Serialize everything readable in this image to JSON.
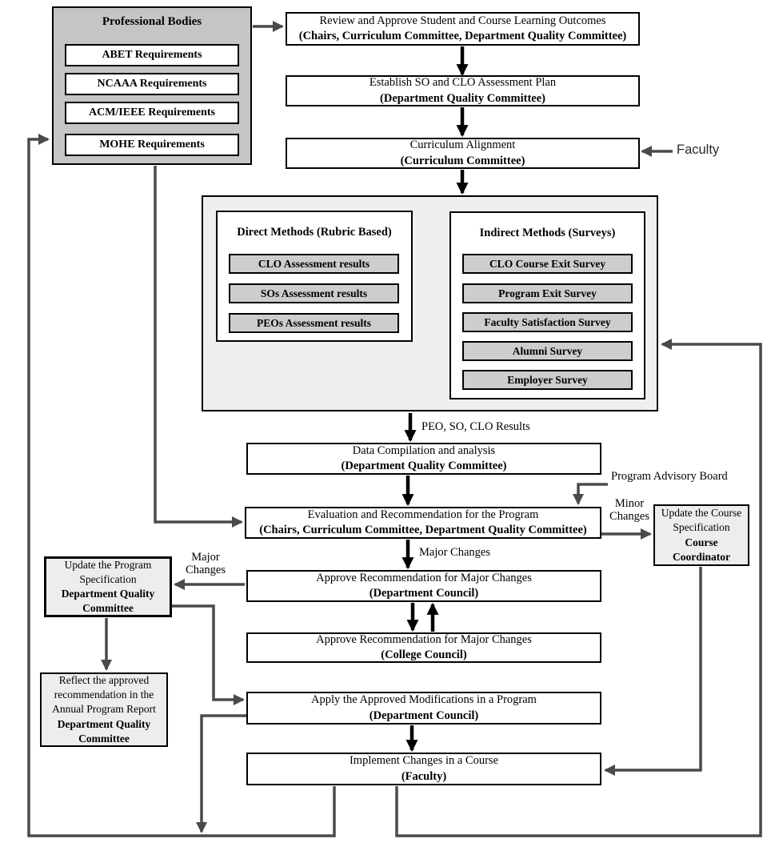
{
  "colors": {
    "box_border": "#000000",
    "flow_arrow": "#000000",
    "feedback_arrow": "#4a4a4a",
    "professional_bodies_fill": "#c5c5c5",
    "methods_container_fill": "#efefef",
    "method_item_fill": "#cdcdcd",
    "side_box_fill": "#ededed",
    "process_box_fill": "#ffffff"
  },
  "nodes": {
    "professional_bodies": {
      "title": "Professional Bodies",
      "items": [
        "ABET Requirements",
        "NCAAA Requirements",
        "ACM/IEEE Requirements",
        "MOHE Requirements"
      ]
    },
    "review": {
      "line1": "Review and Approve Student and Course Learning Outcomes",
      "line2": "(Chairs, Curriculum Committee, Department Quality Committee)"
    },
    "establish": {
      "line1": "Establish SO and CLO Assessment Plan",
      "line2": "(Department Quality Committee)"
    },
    "curriculum_alignment": {
      "line1": "Curriculum Alignment",
      "line2": "(Curriculum Committee)"
    },
    "direct_methods": {
      "title": "Direct Methods (Rubric Based)",
      "items": [
        "CLO Assessment results",
        "SOs Assessment results",
        "PEOs Assessment results"
      ]
    },
    "indirect_methods": {
      "title": "Indirect Methods (Surveys)",
      "items": [
        "CLO Course Exit Survey",
        "Program Exit Survey",
        "Faculty Satisfaction Survey",
        "Alumni Survey",
        "Employer Survey"
      ]
    },
    "data_compilation": {
      "line1": "Data Compilation and analysis",
      "line2": "(Department Quality Committee)"
    },
    "evaluation": {
      "line1": "Evaluation and Recommendation for the Program",
      "line2": "(Chairs, Curriculum Committee, Department Quality Committee)"
    },
    "update_course_spec": {
      "line1": "Update the Course Specification",
      "line2": "Course Coordinator"
    },
    "approve_department": {
      "line1": "Approve Recommendation for Major Changes",
      "line2": "(Department Council)"
    },
    "approve_college": {
      "line1": "Approve Recommendation for Major Changes",
      "line2": "(College Council)"
    },
    "update_program_spec": {
      "line1": "Update the Program Specification",
      "line2": "Department Quality Committee"
    },
    "reflect_report": {
      "line1": "Reflect the approved recommendation in the Annual Program Report",
      "line2": "Department Quality Committee"
    },
    "apply_modifications": {
      "line1": "Apply the Approved Modifications in a Program",
      "line2": "(Department Council)"
    },
    "implement_changes": {
      "line1": "Implement Changes in a Course",
      "line2": "(Faculty)"
    }
  },
  "labels": {
    "faculty": "Faculty",
    "peo_so_clo_results": "PEO, SO, CLO Results",
    "program_advisory_board": "Program Advisory Board",
    "minor_changes": "Minor Changes",
    "major_changes_down": "Major Changes",
    "major_changes_left": "Major Changes"
  }
}
